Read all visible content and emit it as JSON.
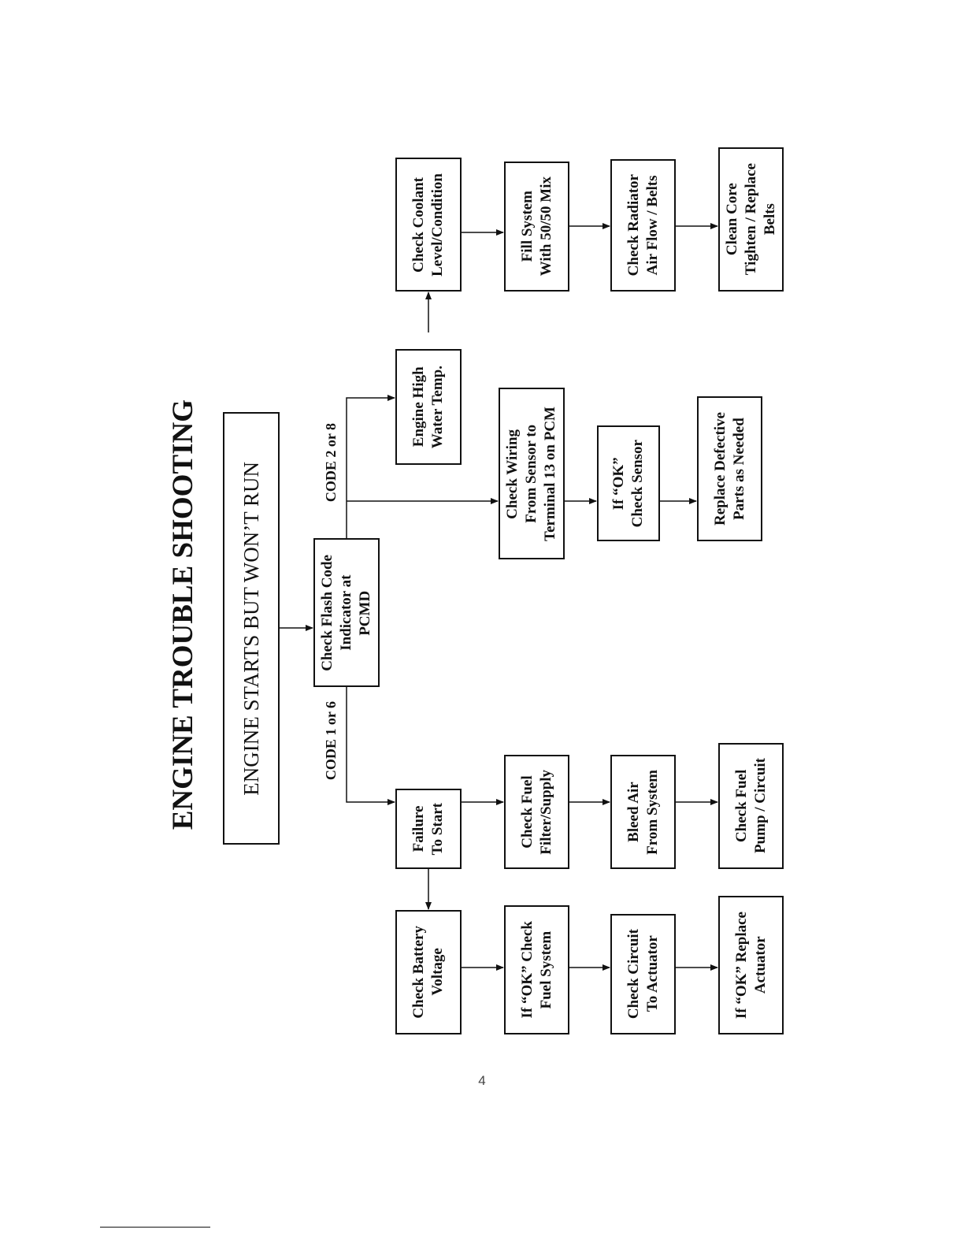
{
  "title": "ENGINE TROUBLE SHOOTING",
  "subtitle": "ENGINE STARTS BUT WON’T RUN",
  "start": "Check Flash Code\nIndicator at\nPCMD",
  "codes": {
    "left": "CODE 1 or 6",
    "right": "CODE 2 or 8"
  },
  "code16": {
    "failure": "Failure\nTo Start",
    "col1": [
      "Check Fuel\nFilter/Supply",
      "Bleed Air\nFrom System",
      "Check Fuel\nPump / Circuit"
    ],
    "battery": "Check Battery\nVoltage",
    "col2": [
      "If “OK” Check\nFuel System",
      "Check Circuit\nTo Actuator",
      "If “OK” Replace\nActuator"
    ]
  },
  "code28": {
    "high_temp": "Engine High\nWater Temp.",
    "coolant": [
      "Check Coolant\nLevel/Condition",
      "Fill System\nWith 50/50 Mix",
      "Check Radiator\nAir Flow / Belts",
      "Clean Core\nTighten / Replace\nBelts"
    ],
    "wiring": [
      "Check Wiring\nFrom Sensor to\nTerminal 13 on PCM",
      "If “OK”\nCheck Sensor",
      "Replace Defective\nParts as Needed"
    ]
  },
  "page_number": "4"
}
